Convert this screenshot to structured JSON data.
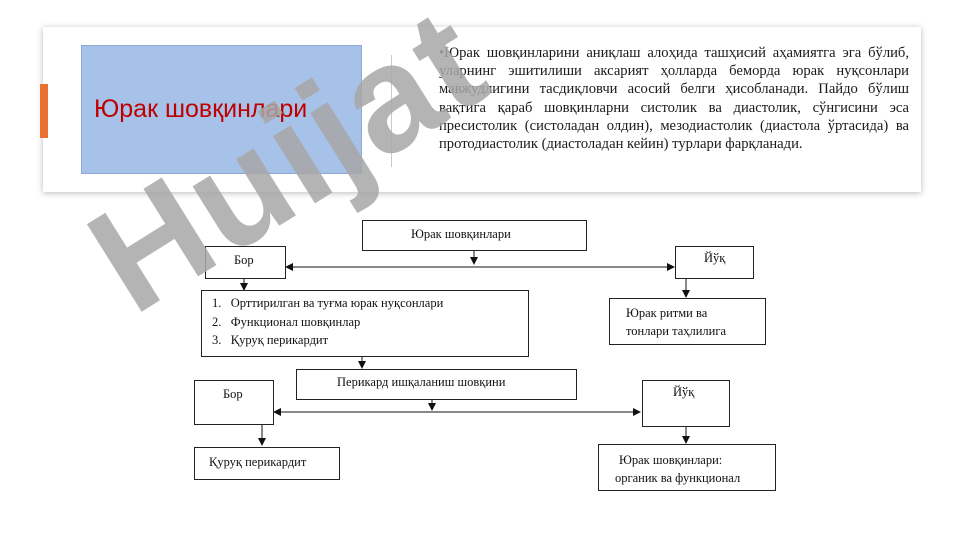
{
  "slide": {
    "title": "Юрак шовқинлари",
    "bullet": "•",
    "description": "Юрак шовқинларини аниқлаш алоҳида ташҳисий аҳамиятга эга бўлиб, уларнинг эшитилиши аксарият ҳолларда беморда юрак нуқсонлари мавжудлигини тасдиқловчи асосий белги ҳисобланади. Пайдо бўлиш вақтига қараб шовқинларни систолик ва диастолик, сўнгисини эса пресистолик (систоладан олдин), мезодиастолик (диастола ўртасида) ва протодиастолик (диастоладан кейин) турлари фарқланади."
  },
  "watermark": "Huijat",
  "diagram": {
    "top": "Юрак шовқинлари",
    "bor1": "Бор",
    "yuq1": "Йўқ",
    "list": [
      {
        "num": "1.",
        "text": "Орттирилган ва туғма юрак нуқсонлари"
      },
      {
        "num": "2.",
        "text": "Функционал шовқинлар"
      },
      {
        "num": "3.",
        "text": "Қуруқ перикардит"
      }
    ],
    "rhythm_line1": "Юрак ритми ва",
    "rhythm_line2": "тонлари таҳлилига",
    "pericard": "Перикард ишқаланиш шовқини",
    "bor2": "Бор",
    "yuq2": "Йўқ",
    "dry": "Қуруқ перикардит",
    "final_line1": "Юрак шовқинлари:",
    "final_line2": "органик ва функционал"
  }
}
